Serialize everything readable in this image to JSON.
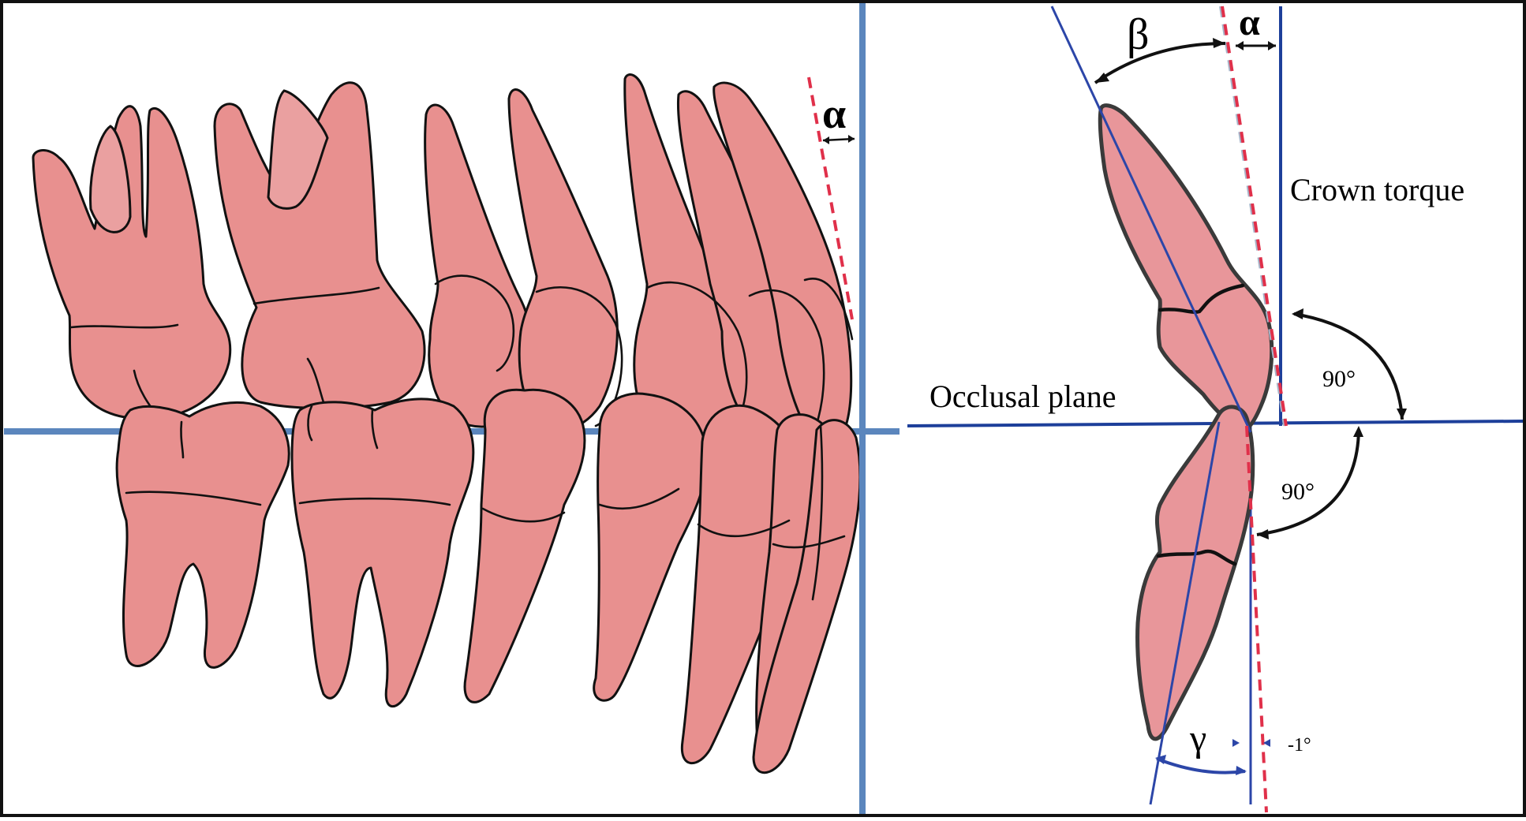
{
  "diagram": {
    "left_panel": {
      "alpha_label": "α"
    },
    "right_panel": {
      "beta_label": "β",
      "alpha_label": "α",
      "crown_torque_label": "Crown torque",
      "occlusal_plane_label": "Occlusal plane",
      "upper_right_angle_label": "90°",
      "lower_right_angle_label": "90°",
      "gamma_label": "γ",
      "offset_label": "-1°"
    },
    "colors": {
      "tooth_fill": "#e8908f",
      "reference_line_light": "#5b86bd",
      "reference_line_dark": "#1d3f9a",
      "axis_line": "#2c46a8",
      "dashed_red": "#e0304a"
    }
  }
}
